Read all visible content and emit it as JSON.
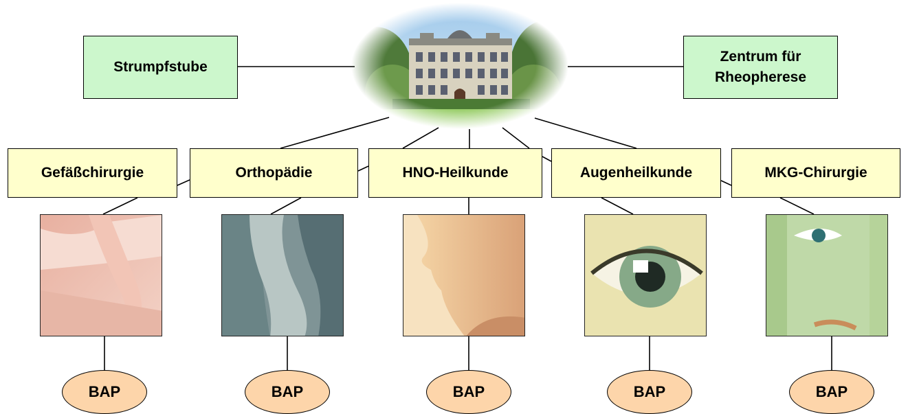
{
  "top_left_box": {
    "label": "Strumpfstube"
  },
  "top_right_box": {
    "line1": "Zentrum für",
    "line2": "Rheopherese"
  },
  "center_image": {
    "icon": "clinic-building-image"
  },
  "departments": [
    {
      "label": "Gefäßchirurgie",
      "image": "leg-image",
      "badge": "BAP"
    },
    {
      "label": "Orthopädie",
      "image": "x-ray-image",
      "badge": "BAP"
    },
    {
      "label": "HNO-Heilkunde",
      "image": "face-profile-image",
      "badge": "BAP"
    },
    {
      "label": "Augenheilkunde",
      "image": "eye-image",
      "badge": "BAP"
    },
    {
      "label": "MKG-Chirurgie",
      "image": "face-closeup-image",
      "badge": "BAP"
    }
  ],
  "colors": {
    "green_box": "#ccf7cc",
    "yellow_box": "#ffffcc",
    "oval": "#fdd5aa"
  }
}
